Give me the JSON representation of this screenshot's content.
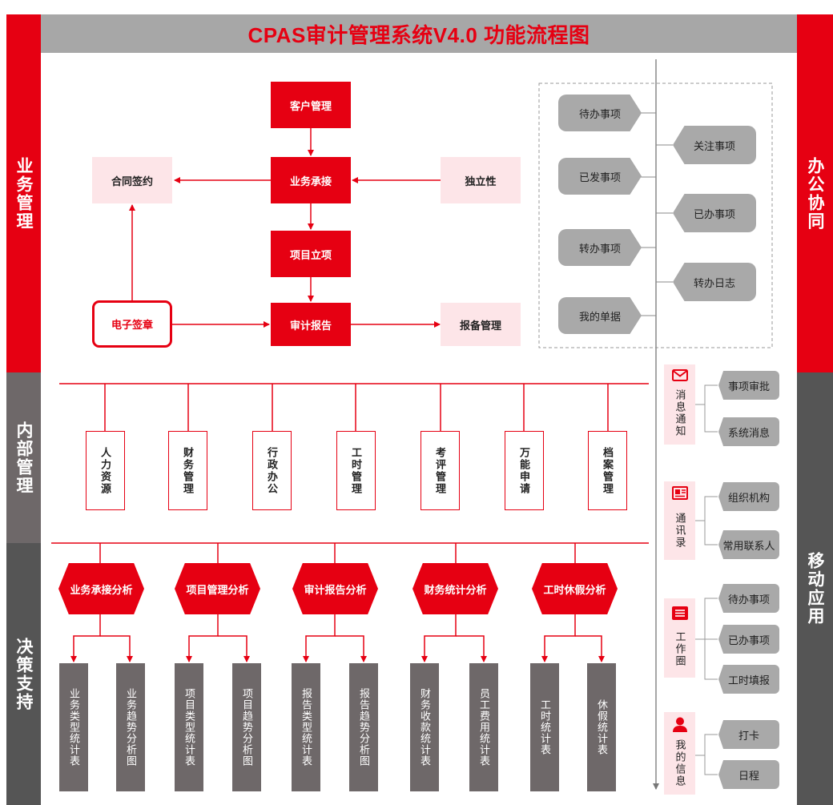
{
  "title": "CPAS审计管理系统V4.0 功能流程图",
  "bands": {
    "business": "业务管理",
    "internal": "内部管理",
    "decision": "决策支持",
    "office": "办公协同",
    "mobile": "移动应用"
  },
  "business_flow": {
    "customer": "客户管理",
    "accept": "业务承接",
    "contract": "合同签约",
    "independence": "独立性",
    "project": "项目立项",
    "esign": "电子签章",
    "report": "审计报告",
    "filing": "报备管理"
  },
  "office_items": {
    "todo": "待办事项",
    "follow": "关注事项",
    "sent": "已发事项",
    "done": "已办事项",
    "transfer": "转办事项",
    "transfer_log": "转办日志",
    "my_docs": "我的单据"
  },
  "internal_items": [
    "人力资源",
    "财务管理",
    "行政办公",
    "工时管理",
    "考评管理",
    "万能申请",
    "档案管理"
  ],
  "analysis": [
    {
      "label": "业务承接分析",
      "reports": [
        "业务类型统计表",
        "业务趋势分析图"
      ]
    },
    {
      "label": "项目管理分析",
      "reports": [
        "项目类型统计表",
        "项目趋势分析图"
      ]
    },
    {
      "label": "审计报告分析",
      "reports": [
        "报告类型统计表",
        "报告趋势分析图"
      ]
    },
    {
      "label": "财务统计分析",
      "reports": [
        "财务收款统计表",
        "员工费用统计表"
      ]
    },
    {
      "label": "工时休假分析",
      "reports": [
        "工时统计表",
        "休假统计表"
      ]
    }
  ],
  "mobile": [
    {
      "label": "消息通知",
      "icon": "mail-icon",
      "items": [
        "事项审批",
        "系统消息"
      ]
    },
    {
      "label": "通讯录",
      "icon": "contacts-icon",
      "items": [
        "组织机构",
        "常用联系人"
      ]
    },
    {
      "label": "工作圈",
      "icon": "list-icon",
      "items": [
        "待办事项",
        "已办事项",
        "工时填报"
      ]
    },
    {
      "label": "我的信息",
      "icon": "user-icon",
      "items": [
        "打卡",
        "日程"
      ]
    }
  ],
  "colors": {
    "red": "#e60012",
    "pink": "#fde5e8",
    "grey_band": "#6e6869",
    "dark_band": "#555555",
    "title_bg": "#a7a7a7",
    "pill": "#a9a9a9"
  }
}
